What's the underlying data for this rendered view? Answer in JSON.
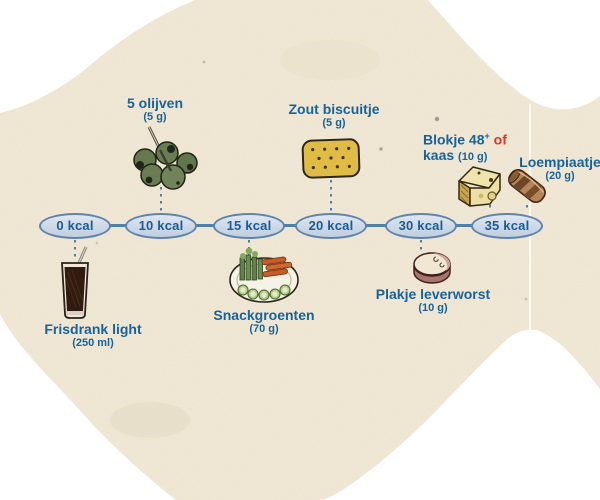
{
  "paper": {
    "color": "#f1e9d6",
    "shape": "die-cut organic blob with white corner cutouts and vertical fold crease"
  },
  "timeline": {
    "points": [
      {
        "label": "0 kcal"
      },
      {
        "label": "10 kcal"
      },
      {
        "label": "15 kcal"
      },
      {
        "label": "20 kcal"
      },
      {
        "label": "30 kcal"
      },
      {
        "label": "35 kcal"
      }
    ]
  },
  "foods": {
    "olijven": {
      "title": "5 olijven",
      "amount": "(5 g)",
      "kcal": "10 kcal",
      "icon": "olives-icon",
      "side": "above"
    },
    "biscuitje": {
      "title": "Zout biscuitje",
      "amount": "(5 g)",
      "kcal": "20 kcal",
      "icon": "cracker-icon",
      "side": "above"
    },
    "kaas": {
      "title_line1": "Blokje 48",
      "superscript": "+",
      "or_word": "of",
      "title_line2": "kaas",
      "amount": "(10 g)",
      "kcal": "35 kcal",
      "icon": "cheese-icon",
      "side": "above"
    },
    "loempiaatje": {
      "title": "Loempiaatje",
      "amount": "(20 g)",
      "kcal": "35 kcal",
      "icon": "spring-roll-icon",
      "side": "above"
    },
    "frisdrank": {
      "title": "Frisdrank light",
      "amount": "(250 ml)",
      "kcal": "0 kcal",
      "icon": "cola-glass-icon",
      "side": "below"
    },
    "snackgroenten": {
      "title": "Snackgroenten",
      "amount": "(70 g)",
      "kcal": "15 kcal",
      "icon": "vegetables-plate-icon",
      "side": "below"
    },
    "leverworst": {
      "title": "Plakje leverworst",
      "amount": "(10 g)",
      "kcal": "30 kcal",
      "icon": "liverwurst-icon",
      "side": "below"
    }
  },
  "colors": {
    "label_blue": "#17639b",
    "kcal_text_blue": "#1d5c90",
    "accent_red": "#df3426",
    "oval_fill": "#ccd8e7",
    "oval_border": "#5f84ab",
    "line_blue": "#4d7fa8",
    "paper_beige": "#f1e9d6"
  }
}
